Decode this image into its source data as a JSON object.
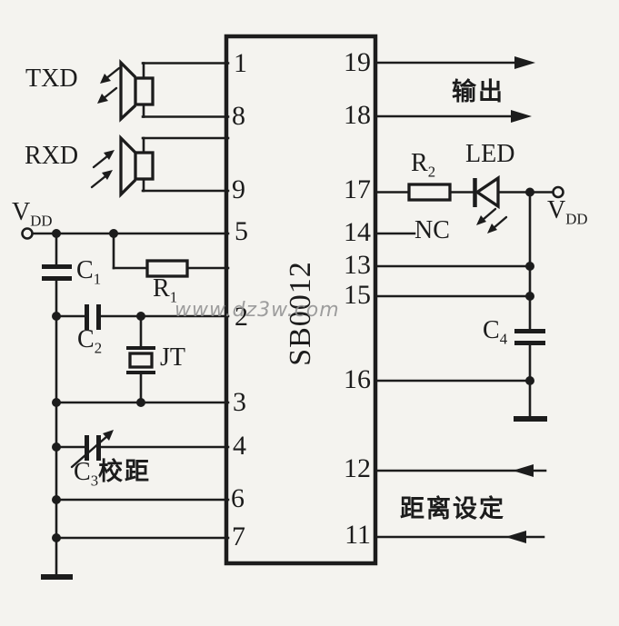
{
  "page": {
    "background": "#f4f3ef",
    "ink": "#1c1c1c",
    "watermark_color": "#8f8f8f",
    "description": "Ultrasonic ranging IC application circuit schematic"
  },
  "watermark": {
    "text": "www.dz3w.com"
  },
  "ic": {
    "name": "SB0012",
    "left_pins": [
      "1",
      "8",
      "9",
      "5",
      "2",
      "3",
      "4",
      "6",
      "7"
    ],
    "right_pins": [
      "19",
      "18",
      "17",
      "14",
      "13",
      "15",
      "16",
      "12",
      "11"
    ]
  },
  "components": {
    "txd": {
      "label": "TXD"
    },
    "rxd": {
      "label": "RXD"
    },
    "vdd": {
      "name": "V",
      "sub": "DD"
    },
    "c1": {
      "name": "C",
      "sub": "1"
    },
    "c2": {
      "name": "C",
      "sub": "2"
    },
    "c3": {
      "name": "C",
      "sub": "3"
    },
    "c4": {
      "name": "C",
      "sub": "4"
    },
    "r1": {
      "name": "R",
      "sub": "1"
    },
    "r2": {
      "name": "R",
      "sub": "2"
    },
    "jt": {
      "label": "JT"
    },
    "led": {
      "label": "LED"
    },
    "nc": {
      "label": "NC"
    }
  },
  "annotations": {
    "output": "输出",
    "distance_setting": "距离设定",
    "calibration": "校距"
  }
}
